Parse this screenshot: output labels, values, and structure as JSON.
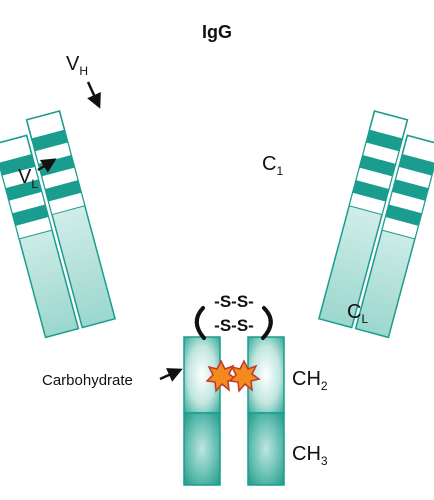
{
  "title": "IgG",
  "labels": {
    "vh_main": "V",
    "vh_sub": "H",
    "vl_main": "V",
    "vl_sub": "L",
    "c1_main": "C",
    "c1_sub": "1",
    "cl_main": "C",
    "cl_sub": "L",
    "ch2_main": "CH",
    "ch2_sub": "2",
    "ch3_main": "CH",
    "ch3_sub": "3",
    "carbohydrate": "Carbohydrate",
    "disulfide_top": "-S-S-",
    "disulfide_bottom": "-S-S-"
  },
  "colors": {
    "teal": "#1a9d8f",
    "teal_light": "#e4f4f1",
    "teal_mid": "#7ccbc0",
    "star_fill": "#f28a1e",
    "star_stroke": "#c0392b",
    "bond": "#111111"
  },
  "icons": {
    "arrow": "arrow-icon",
    "carbohydrate": "starburst-icon"
  }
}
